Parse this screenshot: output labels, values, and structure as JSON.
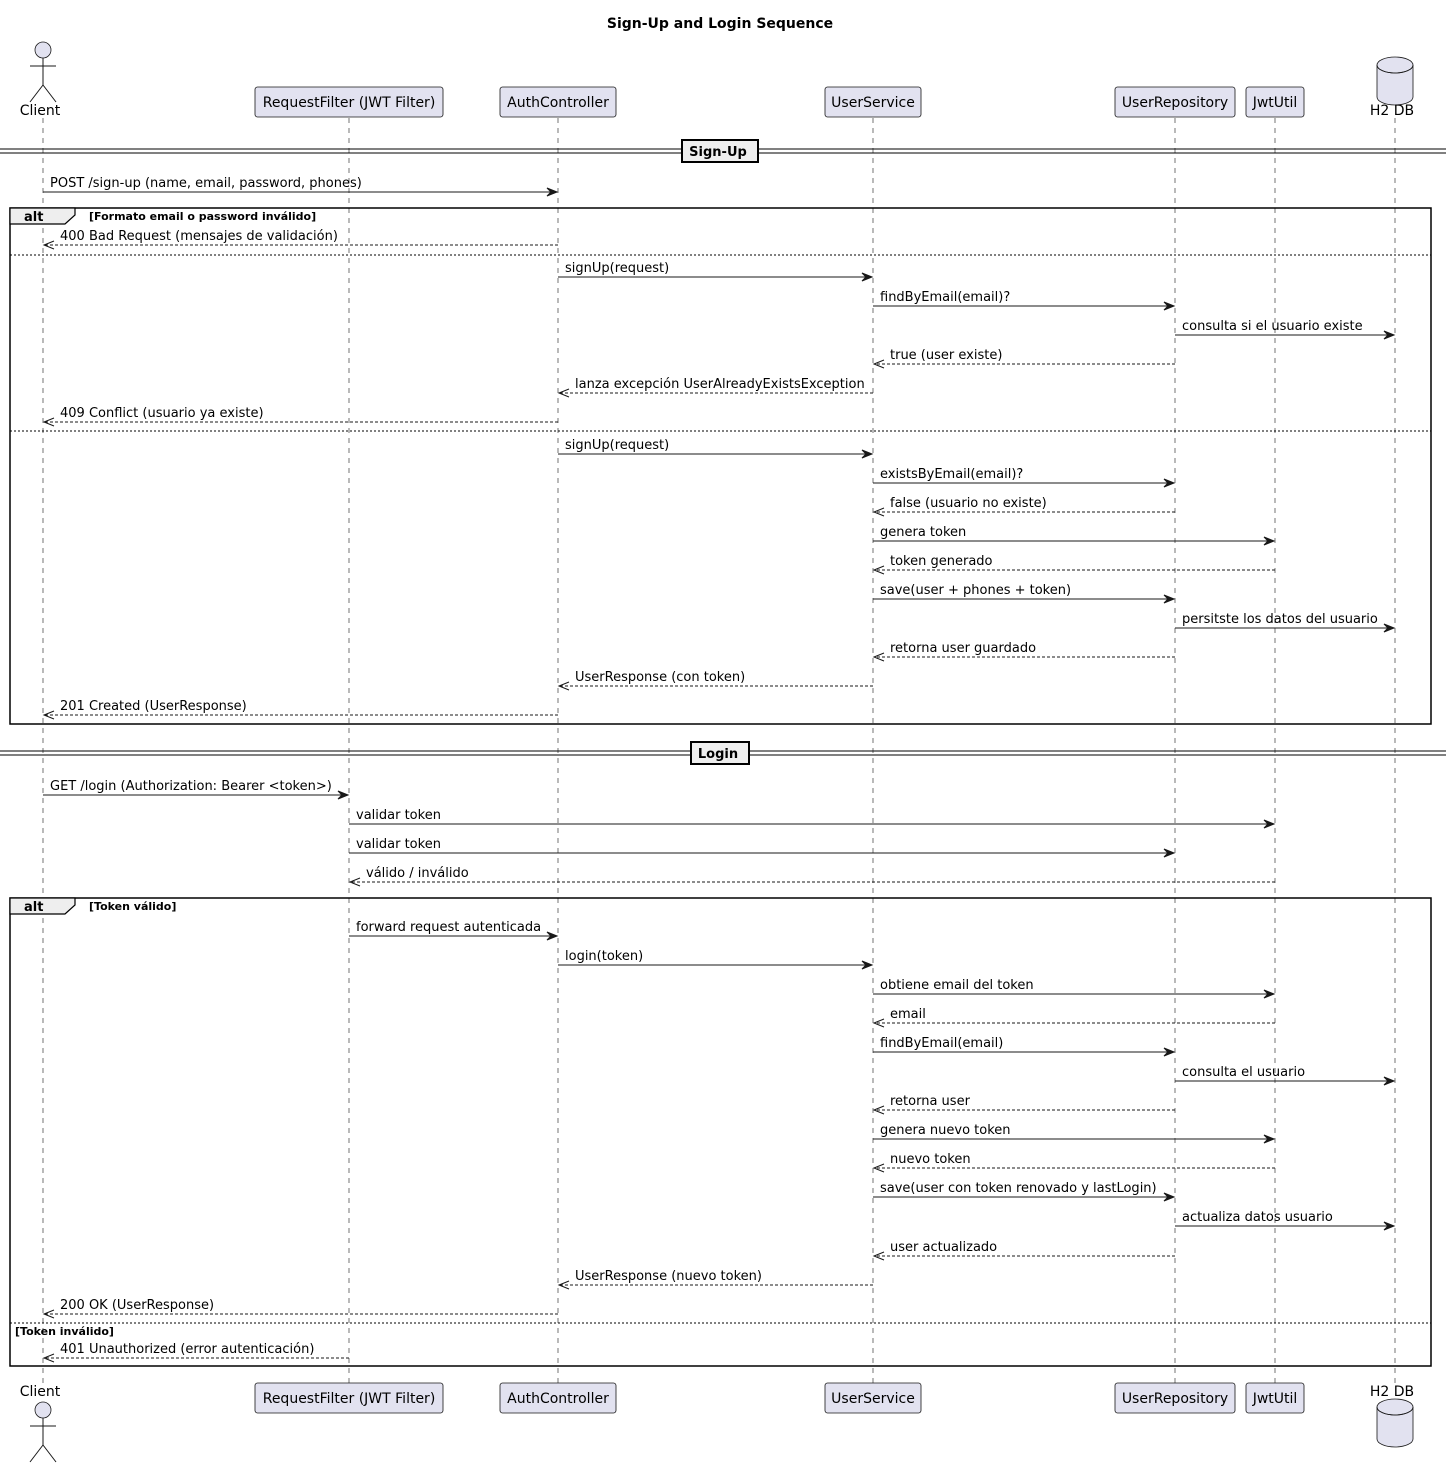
{
  "title": "Sign-Up and Login Sequence",
  "colors": {
    "participant_fill": "#E2E2F0",
    "line": "#181818",
    "label_fill": "#EEEEEE"
  },
  "participants": [
    {
      "id": "client",
      "label": "Client",
      "kind": "actor"
    },
    {
      "id": "filter",
      "label": "RequestFilter (JWT Filter)",
      "kind": "participant"
    },
    {
      "id": "auth",
      "label": "AuthController",
      "kind": "participant"
    },
    {
      "id": "service",
      "label": "UserService",
      "kind": "participant"
    },
    {
      "id": "repo",
      "label": "UserRepository",
      "kind": "participant"
    },
    {
      "id": "jwt",
      "label": "JwtUtil",
      "kind": "participant"
    },
    {
      "id": "db",
      "label": "H2 DB",
      "kind": "database"
    }
  ],
  "dividers": [
    {
      "label": "Sign-Up"
    },
    {
      "label": "Login"
    }
  ],
  "alt_frames": [
    {
      "label": "alt",
      "guards": [
        "[Formato email o password inválido]",
        "",
        ""
      ]
    },
    {
      "label": "alt",
      "guards": [
        "[Token válido]",
        "[Token inválido]"
      ]
    }
  ],
  "messages": [
    {
      "from": "client",
      "to": "auth",
      "label": "POST /sign-up (name, email, password, phones)",
      "style": "solid"
    },
    {
      "from": "auth",
      "to": "client",
      "label": "400 Bad Request (mensajes de validación)",
      "style": "dashed"
    },
    {
      "from": "auth",
      "to": "service",
      "label": "signUp(request)",
      "style": "solid"
    },
    {
      "from": "service",
      "to": "repo",
      "label": "findByEmail(email)?",
      "style": "solid"
    },
    {
      "from": "repo",
      "to": "db",
      "label": "consulta si el usuario existe",
      "style": "solid"
    },
    {
      "from": "repo",
      "to": "service",
      "label": "true (user existe)",
      "style": "dashed"
    },
    {
      "from": "service",
      "to": "auth",
      "label": "lanza excepción UserAlreadyExistsException",
      "style": "dashed"
    },
    {
      "from": "auth",
      "to": "client",
      "label": "409 Conflict (usuario ya existe)",
      "style": "dashed"
    },
    {
      "from": "auth",
      "to": "service",
      "label": "signUp(request)",
      "style": "solid"
    },
    {
      "from": "service",
      "to": "repo",
      "label": "existsByEmail(email)?",
      "style": "solid"
    },
    {
      "from": "repo",
      "to": "service",
      "label": "false (usuario no existe)",
      "style": "dashed"
    },
    {
      "from": "service",
      "to": "jwt",
      "label": "genera token",
      "style": "solid"
    },
    {
      "from": "jwt",
      "to": "service",
      "label": "token generado",
      "style": "dashed"
    },
    {
      "from": "service",
      "to": "repo",
      "label": "save(user + phones + token)",
      "style": "solid"
    },
    {
      "from": "repo",
      "to": "db",
      "label": "persitste los datos del usuario",
      "style": "solid"
    },
    {
      "from": "repo",
      "to": "service",
      "label": "retorna user guardado",
      "style": "dashed"
    },
    {
      "from": "service",
      "to": "auth",
      "label": "UserResponse (con token)",
      "style": "dashed"
    },
    {
      "from": "auth",
      "to": "client",
      "label": "201 Created (UserResponse)",
      "style": "dashed"
    },
    {
      "from": "client",
      "to": "filter",
      "label": "GET /login (Authorization: Bearer <token>)",
      "style": "solid"
    },
    {
      "from": "filter",
      "to": "jwt",
      "label": "validar token",
      "style": "solid"
    },
    {
      "from": "filter",
      "to": "repo",
      "label": "validar token",
      "style": "solid"
    },
    {
      "from": "jwt",
      "to": "filter",
      "label": "válido / inválido",
      "style": "dashed"
    },
    {
      "from": "filter",
      "to": "auth",
      "label": "forward request autenticada",
      "style": "solid"
    },
    {
      "from": "auth",
      "to": "service",
      "label": "login(token)",
      "style": "solid"
    },
    {
      "from": "service",
      "to": "jwt",
      "label": "obtiene email del token",
      "style": "solid"
    },
    {
      "from": "jwt",
      "to": "service",
      "label": "email",
      "style": "dashed"
    },
    {
      "from": "service",
      "to": "repo",
      "label": "findByEmail(email)",
      "style": "solid"
    },
    {
      "from": "repo",
      "to": "db",
      "label": "consulta el usuario",
      "style": "solid"
    },
    {
      "from": "repo",
      "to": "service",
      "label": "retorna user",
      "style": "dashed"
    },
    {
      "from": "service",
      "to": "jwt",
      "label": "genera nuevo token",
      "style": "solid"
    },
    {
      "from": "jwt",
      "to": "service",
      "label": "nuevo token",
      "style": "dashed"
    },
    {
      "from": "service",
      "to": "repo",
      "label": "save(user con token renovado y lastLogin)",
      "style": "solid"
    },
    {
      "from": "repo",
      "to": "db",
      "label": "actualiza datos usuario",
      "style": "solid"
    },
    {
      "from": "repo",
      "to": "service",
      "label": "user actualizado",
      "style": "dashed"
    },
    {
      "from": "service",
      "to": "auth",
      "label": "UserResponse (nuevo token)",
      "style": "dashed"
    },
    {
      "from": "auth",
      "to": "client",
      "label": "200 OK (UserResponse)",
      "style": "dashed"
    },
    {
      "from": "filter",
      "to": "client",
      "label": "401 Unauthorized (error autenticación)",
      "style": "dashed"
    }
  ]
}
